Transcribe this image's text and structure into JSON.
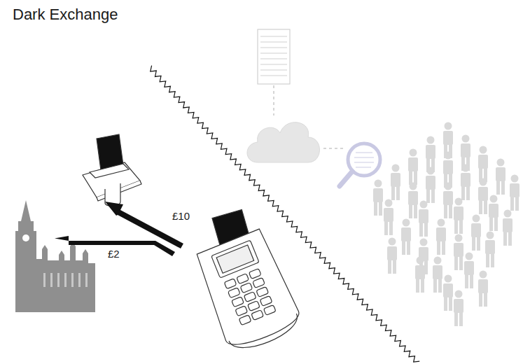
{
  "diagram": {
    "title": "Dark Exchange",
    "labels": [
      "£10",
      "£2"
    ]
  }
}
